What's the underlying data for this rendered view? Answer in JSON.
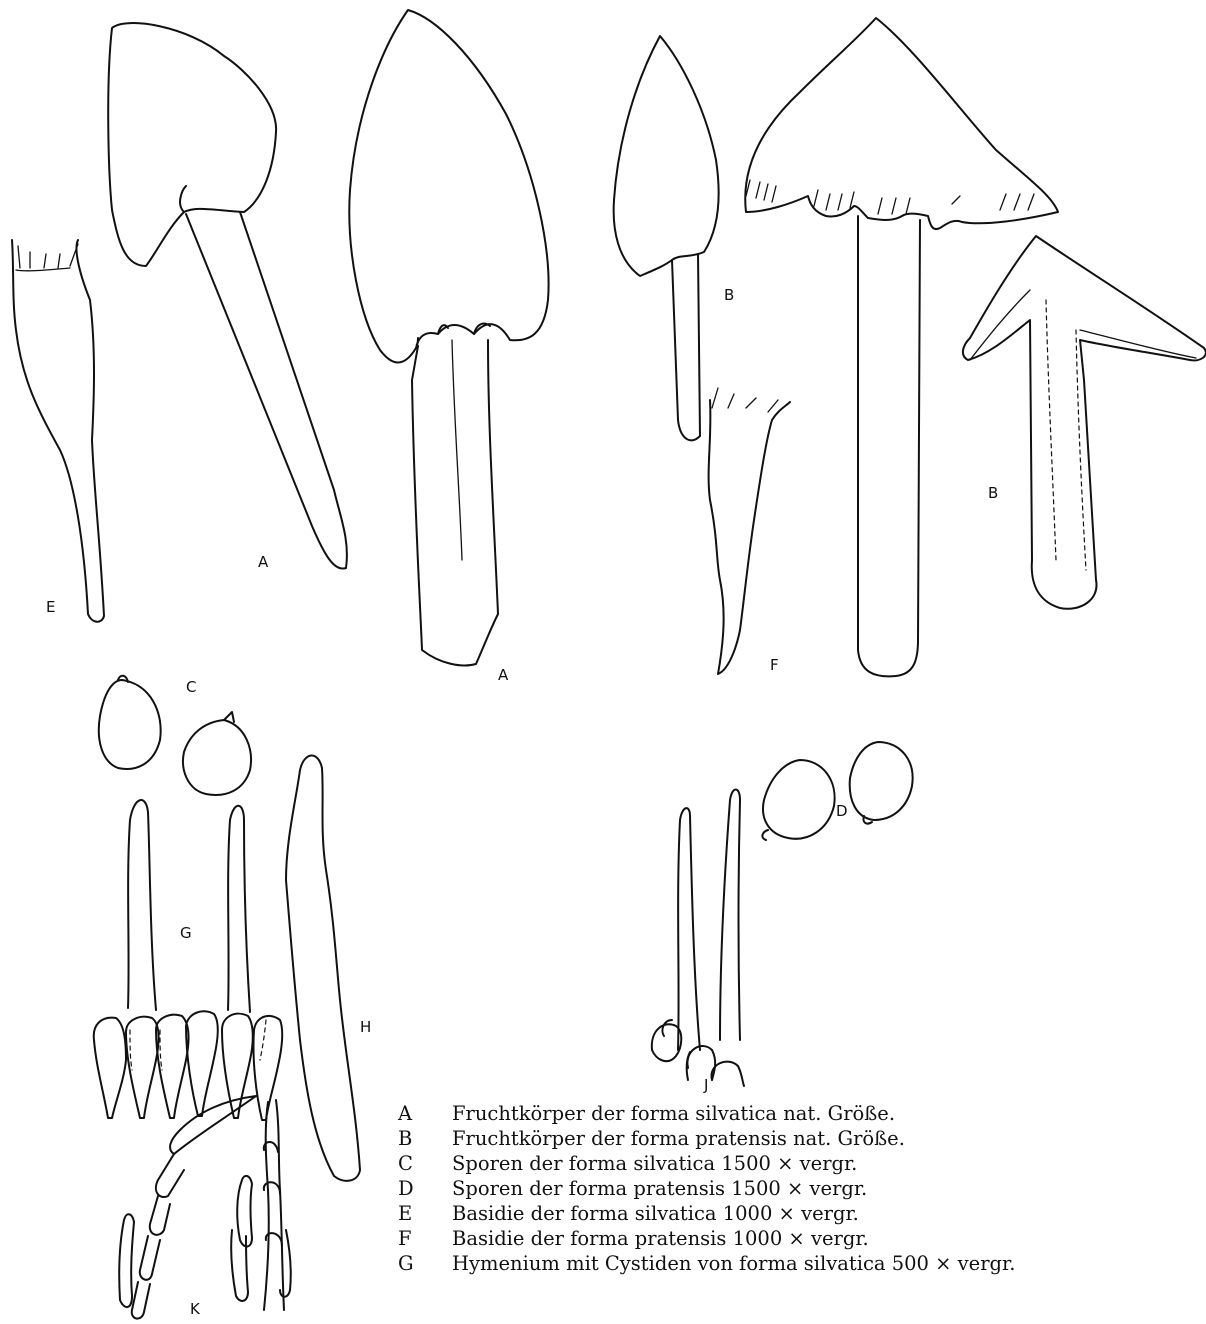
{
  "figure_labels": {
    "A1": "A",
    "A2": "A",
    "B1": "B",
    "B2": "B",
    "C": "C",
    "D": "D",
    "E": "E",
    "F": "F",
    "G": "G",
    "H": "H",
    "J": "J",
    "K": "K"
  },
  "legend": [
    {
      "key": "A",
      "text": "Fruchtkörper der forma silvatica nat. Größe."
    },
    {
      "key": "B",
      "text": "Fruchtkörper der forma pratensis nat. Größe."
    },
    {
      "key": "C",
      "text": "Sporen der forma silvatica 1500 × vergr."
    },
    {
      "key": "D",
      "text": "Sporen der forma pratensis 1500 × vergr."
    },
    {
      "key": "E",
      "text": "Basidie der forma silvatica 1000 × vergr."
    },
    {
      "key": "F",
      "text": "Basidie der forma pratensis 1000 × vergr."
    },
    {
      "key": "G",
      "text": "Hymenium mit Cystiden von forma silvatica 500 × vergr."
    }
  ],
  "line_color": "#111111"
}
